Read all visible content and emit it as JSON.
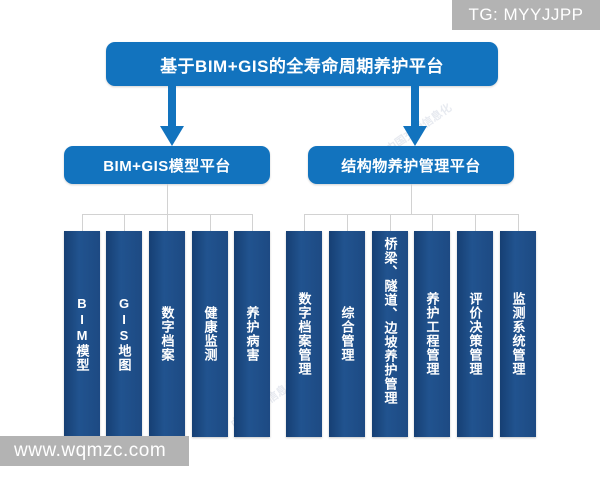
{
  "watermarks": {
    "top_label": "TG: MYYJJPP",
    "bottom_label": "www.wqmzc.com",
    "ghost_text": "中国交通信息化"
  },
  "colors": {
    "accent_blue": "#1273be",
    "leaf_navy": "#1d4f8c",
    "connector_gray": "#d2d2d2",
    "watermark_gray": "#b3b3b3",
    "background": "#ffffff"
  },
  "diagram": {
    "type": "org-tree",
    "root": {
      "label": "基于BIM+GIS的全寿命周期养护平台"
    },
    "level2": [
      {
        "label": "BIM+GIS模型平台",
        "children": [
          {
            "label": "BIM模型"
          },
          {
            "label": "GIS地图"
          },
          {
            "label": "数字档案"
          },
          {
            "label": "健康监测"
          },
          {
            "label": "养护病害"
          }
        ]
      },
      {
        "label": "结构物养护管理平台",
        "children": [
          {
            "label": "数字档案管理"
          },
          {
            "label": "综合管理"
          },
          {
            "label": "桥梁、隧道、边坡养护管理"
          },
          {
            "label": "养护工程管理"
          },
          {
            "label": "评价决策管理"
          },
          {
            "label": "监测系统管理"
          }
        ]
      }
    ]
  }
}
